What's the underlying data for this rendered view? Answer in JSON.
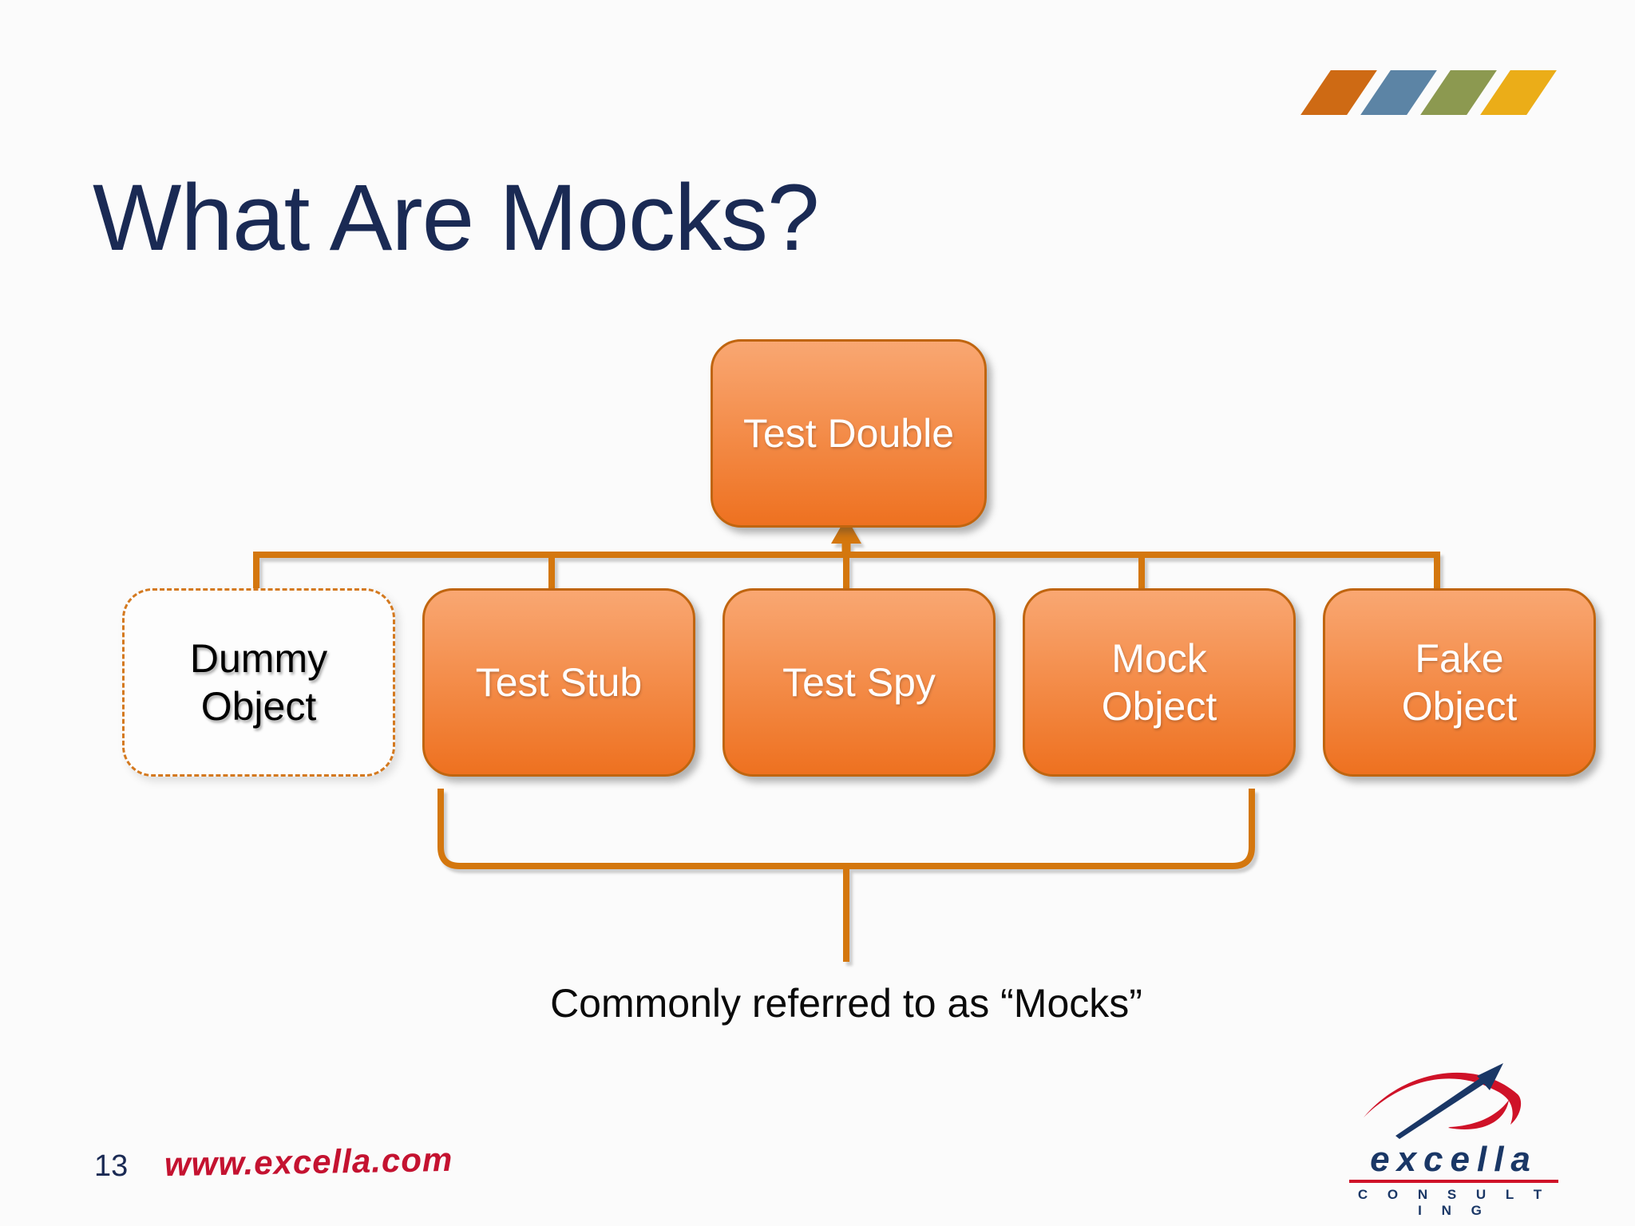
{
  "slide": {
    "title": "What Are Mocks?",
    "page_number": "13",
    "website": "www.excella.com"
  },
  "diagram": {
    "root": {
      "id": "test-double",
      "label": "Test Double"
    },
    "children": [
      {
        "id": "dummy-object",
        "label": "Dummy\nObject",
        "variant": "dashed"
      },
      {
        "id": "test-stub",
        "label": "Test Stub",
        "variant": "solid"
      },
      {
        "id": "test-spy",
        "label": "Test Spy",
        "variant": "solid"
      },
      {
        "id": "mock-object",
        "label": "Mock\nObject",
        "variant": "solid"
      },
      {
        "id": "fake-object",
        "label": "Fake\nObject",
        "variant": "solid"
      }
    ],
    "caption": "Commonly referred to as “Mocks”"
  },
  "logo": {
    "name": "excella",
    "subtext": "C O N S U L T I N G"
  },
  "brand_stripes": [
    "#ce6a14",
    "#5c84a5",
    "#8c9950",
    "#ebad18"
  ],
  "colors": {
    "background": "#fbfbfb",
    "title": "#1a2a54",
    "box_gradient_top": "#f9a772",
    "box_gradient_bottom": "#ee7120",
    "box_border": "#c0650f",
    "connector": "#d4770e",
    "caption_text": "#0a0a0a",
    "dummy_text": "#000000",
    "website_red": "#c41230",
    "logo_navy": "#1a3766",
    "logo_red": "#cf1228"
  }
}
